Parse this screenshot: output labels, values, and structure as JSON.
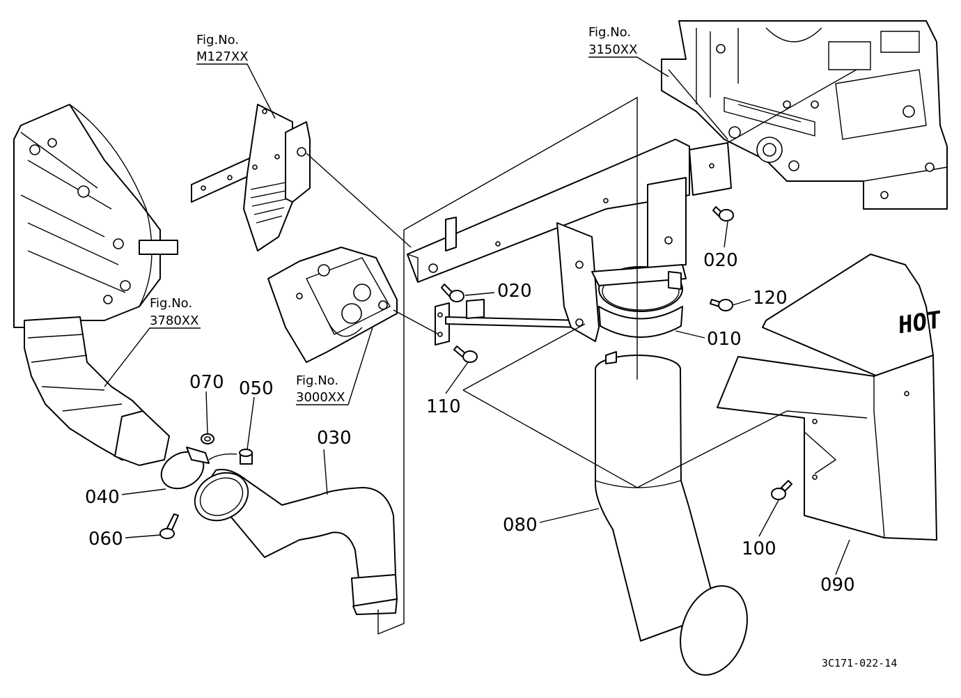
{
  "figure_refs": [
    {
      "id": "m127",
      "line1": "Fig.No.",
      "line2": "M127XX"
    },
    {
      "id": "3150",
      "line1": "Fig.No.",
      "line2": "3150XX"
    },
    {
      "id": "3780",
      "line1": "Fig.No.",
      "line2": "3780XX"
    },
    {
      "id": "3000",
      "line1": "Fig.No.",
      "line2": "3000XX"
    }
  ],
  "part_labels": {
    "p010": "010",
    "p020a": "020",
    "p020b": "020",
    "p030": "030",
    "p040": "040",
    "p050": "050",
    "p060": "060",
    "p070": "070",
    "p080": "080",
    "p090": "090",
    "p100": "100",
    "p110": "110",
    "p120": "120"
  },
  "cover_text": "HOT",
  "drawing_code": "3C171-022-14"
}
